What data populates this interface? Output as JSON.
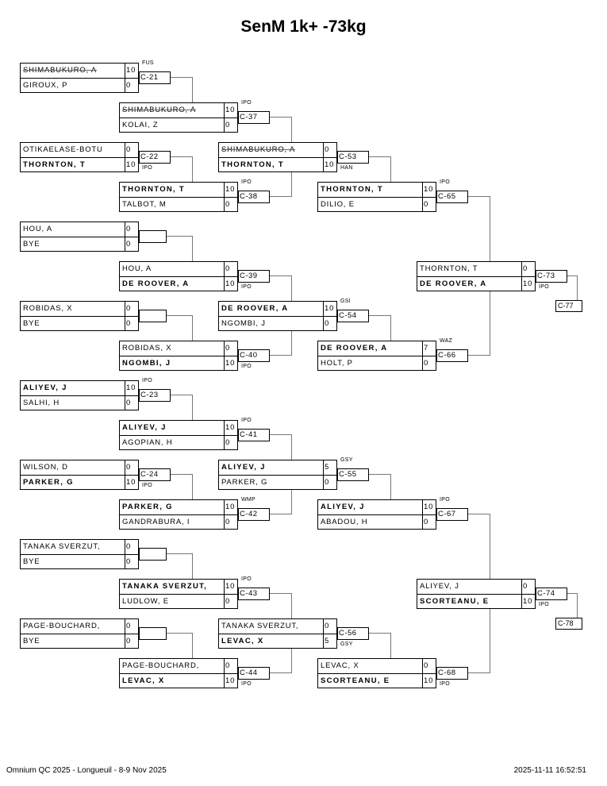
{
  "title": "SenM 1k+ -73kg",
  "footer": {
    "left": "Omnium QC 2025 - Longueuil - 8-9 Nov 2025",
    "right": "2025-11-11 16:52:51"
  },
  "rounds": [
    [
      {
        "id": "C-21",
        "method": "FUS",
        "method_pos": "above",
        "players": [
          {
            "name": "SHIMABUKURO, A",
            "score": "10",
            "strike": true
          },
          {
            "name": "GIROUX, P",
            "score": "0"
          }
        ]
      },
      {
        "id": "C-22",
        "method": "IPO",
        "method_pos": "below",
        "players": [
          {
            "name": "OTIKAELASE-BOTU",
            "score": "0"
          },
          {
            "name": "THORNTON, T",
            "score": "10",
            "bold": true
          }
        ]
      },
      {
        "id": "",
        "method": "",
        "players": [
          {
            "name": "HOU, A",
            "score": "0"
          },
          {
            "name": "BYE",
            "score": "0"
          }
        ]
      },
      {
        "id": "",
        "method": "",
        "players": [
          {
            "name": "ROBIDAS, X",
            "score": "0"
          },
          {
            "name": "BYE",
            "score": "0"
          }
        ]
      },
      {
        "id": "C-23",
        "method": "IPO",
        "method_pos": "above",
        "players": [
          {
            "name": "ALIYEV, J",
            "score": "10",
            "bold": true
          },
          {
            "name": "SALHI, H",
            "score": "0"
          }
        ]
      },
      {
        "id": "C-24",
        "method": "IPO",
        "method_pos": "below",
        "players": [
          {
            "name": "WILSON, D",
            "score": "0"
          },
          {
            "name": "PARKER, G",
            "score": "10",
            "bold": true
          }
        ]
      },
      {
        "id": "",
        "method": "",
        "players": [
          {
            "name": "TANAKA SVERZUT,",
            "score": "0"
          },
          {
            "name": "BYE",
            "score": "0"
          }
        ]
      },
      {
        "id": "",
        "method": "",
        "players": [
          {
            "name": "PAGE-BOUCHARD,",
            "score": "0"
          },
          {
            "name": "BYE",
            "score": "0"
          }
        ]
      }
    ],
    [
      {
        "id": "C-37",
        "method": "IPO",
        "method_pos": "above",
        "players": [
          {
            "name": "SHIMABUKURO, A",
            "score": "10",
            "strike": true
          },
          {
            "name": "KOLAI, Z",
            "score": "0"
          }
        ]
      },
      {
        "id": "C-38",
        "method": "IPO",
        "method_pos": "above",
        "players": [
          {
            "name": "THORNTON, T",
            "score": "10",
            "bold": true
          },
          {
            "name": "TALBOT, M",
            "score": "0"
          }
        ]
      },
      {
        "id": "C-39",
        "method": "IPO",
        "method_pos": "below",
        "players": [
          {
            "name": "HOU, A",
            "score": "0"
          },
          {
            "name": "DE ROOVER, A",
            "score": "10",
            "bold": true
          }
        ]
      },
      {
        "id": "C-40",
        "method": "IPO",
        "method_pos": "below",
        "players": [
          {
            "name": "ROBIDAS, X",
            "score": "0"
          },
          {
            "name": "NGOMBI, J",
            "score": "10",
            "bold": true
          }
        ]
      },
      {
        "id": "C-41",
        "method": "IPO",
        "method_pos": "above",
        "players": [
          {
            "name": "ALIYEV, J",
            "score": "10",
            "bold": true
          },
          {
            "name": "AGOPIAN, H",
            "score": "0"
          }
        ]
      },
      {
        "id": "C-42",
        "method": "WMP",
        "method_pos": "above",
        "players": [
          {
            "name": "PARKER, G",
            "score": "10",
            "bold": true
          },
          {
            "name": "GANDRABURA, I",
            "score": "0"
          }
        ]
      },
      {
        "id": "C-43",
        "method": "IPO",
        "method_pos": "above",
        "players": [
          {
            "name": "TANAKA SVERZUT,",
            "score": "10",
            "bold": true
          },
          {
            "name": "LUDLOW, E",
            "score": "0"
          }
        ]
      },
      {
        "id": "C-44",
        "method": "IPO",
        "method_pos": "below",
        "players": [
          {
            "name": "PAGE-BOUCHARD,",
            "score": "0"
          },
          {
            "name": "LEVAC, X",
            "score": "10",
            "bold": true
          }
        ]
      }
    ],
    [
      {
        "id": "C-53",
        "method": "HAN",
        "method_pos": "below",
        "players": [
          {
            "name": "SHIMABUKURO, A",
            "score": "0",
            "strike": true
          },
          {
            "name": "THORNTON, T",
            "score": "10",
            "bold": true
          }
        ]
      },
      {
        "id": "C-54",
        "method": "GSI",
        "method_pos": "above",
        "players": [
          {
            "name": "DE ROOVER, A",
            "score": "10",
            "bold": true
          },
          {
            "name": "NGOMBI, J",
            "score": "0"
          }
        ]
      },
      {
        "id": "C-55",
        "method": "GSY",
        "method_pos": "above",
        "players": [
          {
            "name": "ALIYEV, J",
            "score": "5",
            "bold": true
          },
          {
            "name": "PARKER, G",
            "score": "0"
          }
        ]
      },
      {
        "id": "C-56",
        "method": "GSY",
        "method_pos": "below",
        "players": [
          {
            "name": "TANAKA SVERZUT,",
            "score": "0"
          },
          {
            "name": "LEVAC, X",
            "score": "5",
            "bold": true
          }
        ]
      }
    ],
    [
      {
        "id": "C-65",
        "method": "IPO",
        "method_pos": "above",
        "players": [
          {
            "name": "THORNTON, T",
            "score": "10",
            "bold": true
          },
          {
            "name": "DILIO, E",
            "score": "0"
          }
        ]
      },
      {
        "id": "C-66",
        "method": "WAZ",
        "method_pos": "above",
        "players": [
          {
            "name": "DE ROOVER, A",
            "score": "7",
            "bold": true
          },
          {
            "name": "HOLT, P",
            "score": "0"
          }
        ]
      },
      {
        "id": "C-67",
        "method": "IPO",
        "method_pos": "above",
        "players": [
          {
            "name": "ALIYEV, J",
            "score": "10",
            "bold": true
          },
          {
            "name": "ABADOU, H",
            "score": "0"
          }
        ]
      },
      {
        "id": "C-68",
        "method": "IPO",
        "method_pos": "below",
        "players": [
          {
            "name": "LEVAC, X",
            "score": "0"
          },
          {
            "name": "SCORTEANU, E",
            "score": "10",
            "bold": true
          }
        ]
      }
    ],
    [
      {
        "id": "C-73",
        "method": "IPO",
        "method_pos": "below",
        "next": "C-77",
        "players": [
          {
            "name": "THORNTON, T",
            "score": "0"
          },
          {
            "name": "DE ROOVER, A",
            "score": "10",
            "bold": true
          }
        ]
      },
      {
        "id": "C-74",
        "method": "IPO",
        "method_pos": "below",
        "next": "C-78",
        "players": [
          {
            "name": "ALIYEV, J",
            "score": "0"
          },
          {
            "name": "SCORTEANU, E",
            "score": "10",
            "bold": true
          }
        ]
      }
    ]
  ]
}
